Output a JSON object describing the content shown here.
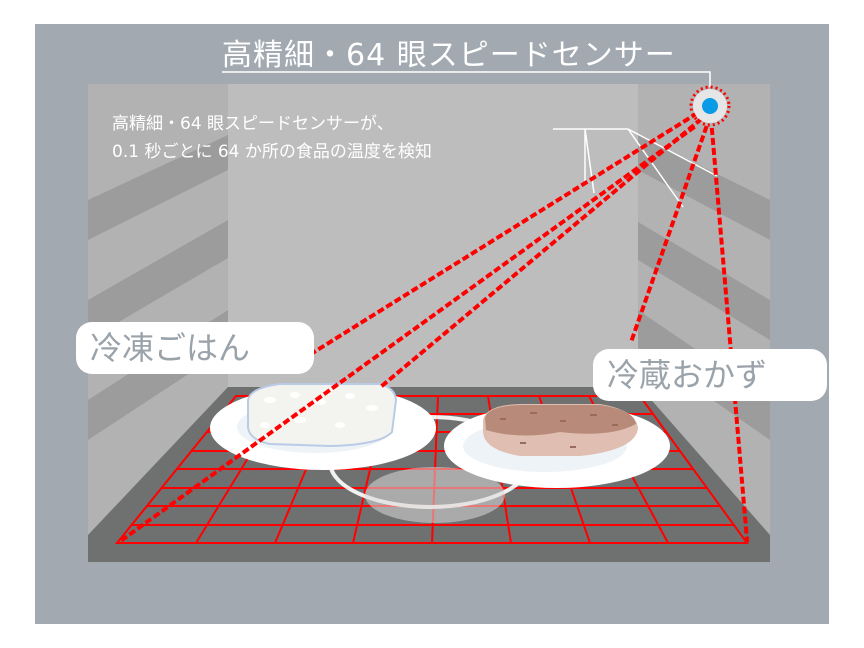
{
  "title": "高精細・64 眼スピードセンサー",
  "caption": {
    "line1": "高精細・64 眼スピードセンサーが、",
    "line2": "0.1 秒ごとに 64 か所の食品の温度を検知"
  },
  "labels": {
    "frozen": "冷凍ごはん",
    "chilled": "冷蔵おかず"
  },
  "sensor": {
    "icon": "sensor-icon",
    "dot_color": "#0a9be6",
    "ring_color": "#e6e6e6",
    "beam_color": "#ff0000"
  },
  "grid": {
    "columns": 8,
    "rows": 8,
    "line_color": "#ff0000",
    "zones": 64
  },
  "colors": {
    "outer_bg": "#a2a9b0",
    "side_wall": "#b2b2b2",
    "back_wall": "#bdbdbd",
    "wall_stripe": "#9c9c9c",
    "floor": "#6f7170",
    "plate": "#ffffff",
    "rice": "#f3f3ef",
    "wrap": "#b9cbe6",
    "hamburg": "#b88a7a",
    "hamburg_light": "#e0bfb2"
  }
}
